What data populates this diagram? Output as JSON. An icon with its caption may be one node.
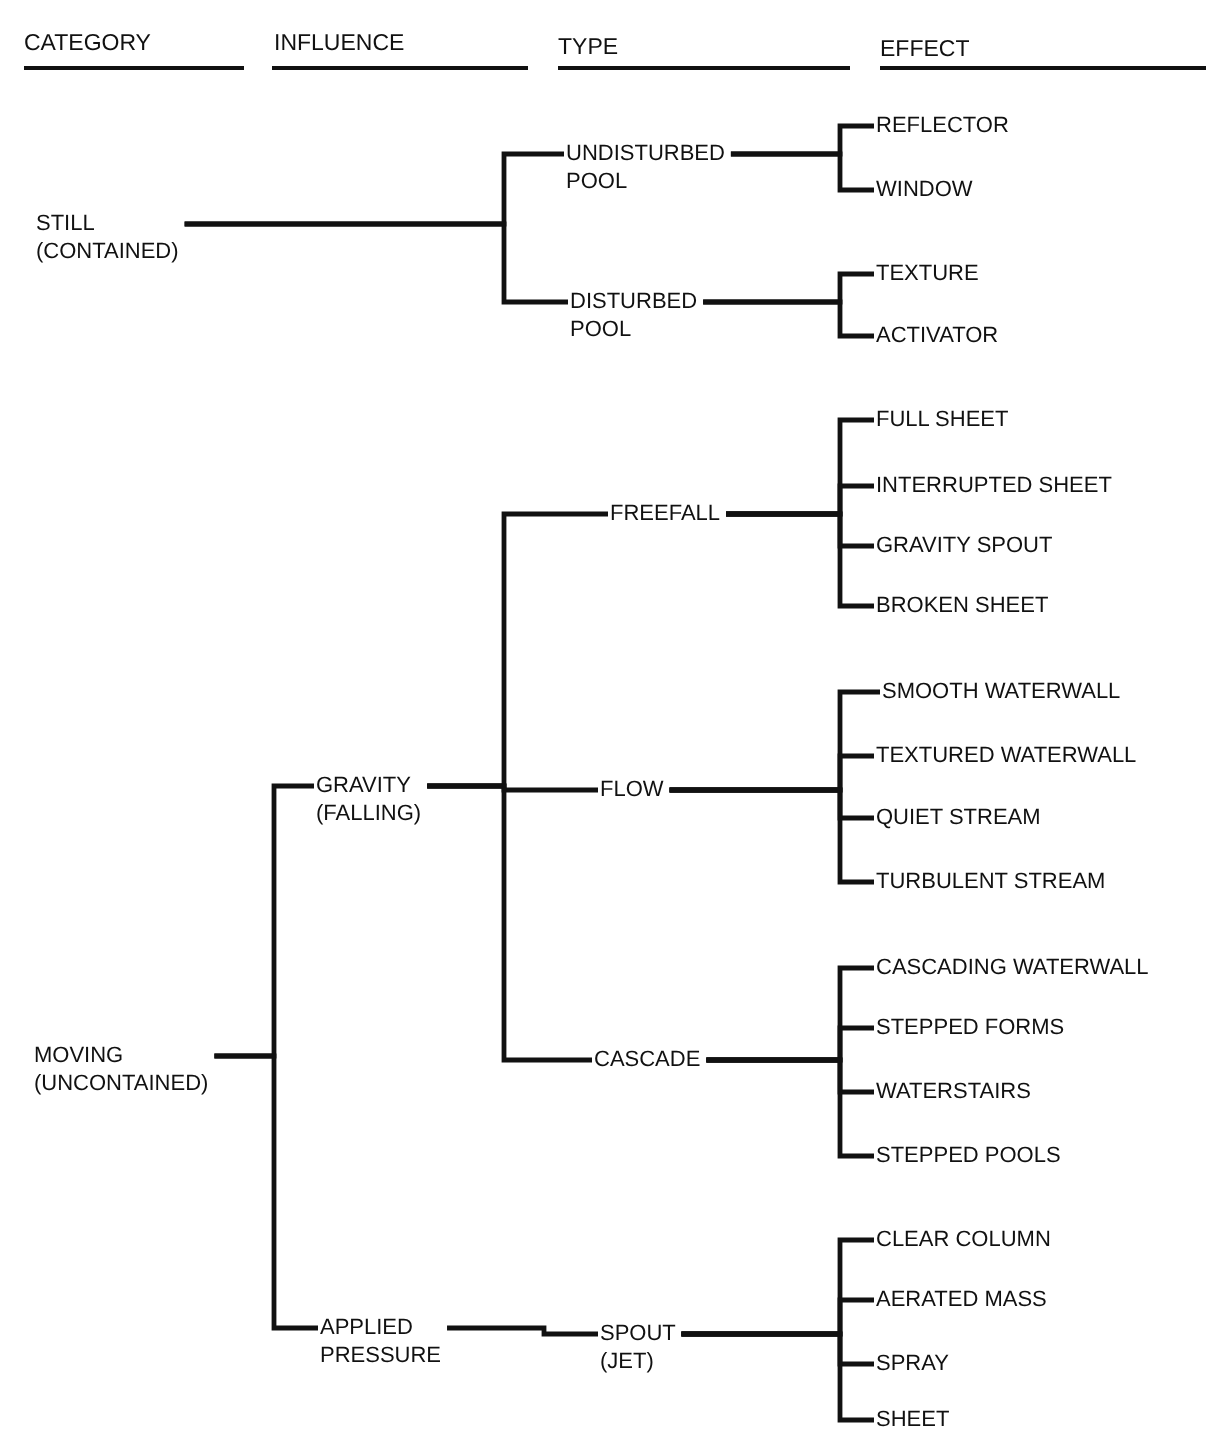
{
  "diagram": {
    "nodes": [
      {
        "text": [
          "STILL (CONTAINED)"
        ]
      },
      {
        "text": [
          "UNDISTURBED POOL"
        ]
      },
      {
        "text": [
          "REFLECTOR"
        ]
      },
      {
        "text": [
          "WINDOW"
        ]
      },
      {
        "text": [
          "DISTURBED POOL"
        ]
      },
      {
        "text": [
          "TEXTURE"
        ]
      },
      {
        "text": [
          "ACTIVATOR"
        ]
      },
      {
        "text": [
          "MOVING (UNCONTAINED)"
        ]
      },
      {
        "text": [
          "GRAVITY (FALLING)"
        ]
      },
      {
        "text": [
          "FREEFALL"
        ]
      },
      {
        "text": [
          "FULL SHEET"
        ]
      },
      {
        "text": [
          "INTERRUPTED SHEET"
        ]
      },
      {
        "text": [
          "GRAVITY SPOUT"
        ]
      },
      {
        "text": [
          "BROKEN SHEET"
        ]
      },
      {
        "text": [
          "FLOW"
        ]
      },
      {
        "text": [
          "SMOOTH WATERWALL"
        ]
      },
      {
        "text": [
          "TEXTURED WATERWALL"
        ]
      },
      {
        "text": [
          "QUIET STREAM"
        ]
      },
      {
        "text": [
          "TURBULENT STREAM"
        ]
      },
      {
        "text": [
          "CASCADE"
        ]
      },
      {
        "text": [
          "CASCADING WATERWALL"
        ]
      },
      {
        "text": [
          "STEPPED FORMS"
        ]
      },
      {
        "text": [
          "WATERSTAIRS"
        ]
      },
      {
        "text": [
          "STEPPED POOLS"
        ]
      },
      {
        "text": [
          "APPLIED PRESSURE"
        ]
      },
      {
        "text": [
          "SPOUT (JET)"
        ]
      },
      {
        "text": [
          "CLEAR COLUMN"
        ]
      },
      {
        "text": [
          "AERATED MASS"
        ]
      },
      {
        "text": [
          "SPRAY"
        ]
      },
      {
        "text": [
          "SHEET"
        ]
      }
    ],
    "edges": [
      {
        "from": 0,
        "to": 1,
        "arrow": "none"
      },
      {
        "from": 0,
        "to": 4,
        "arrow": "none"
      },
      {
        "from": 1,
        "to": 2,
        "arrow": "none"
      },
      {
        "from": 1,
        "to": 3,
        "arrow": "none"
      },
      {
        "from": 4,
        "to": 5,
        "arrow": "none"
      },
      {
        "from": 4,
        "to": 6,
        "arrow": "none"
      },
      {
        "from": 7,
        "to": 8,
        "arrow": "none"
      },
      {
        "from": 7,
        "to": 24,
        "arrow": "none"
      },
      {
        "from": 8,
        "to": 9,
        "arrow": "none"
      },
      {
        "from": 8,
        "to": 14,
        "arrow": "none"
      },
      {
        "from": 8,
        "to": 19,
        "arrow": "none"
      },
      {
        "from": 9,
        "to": 10,
        "arrow": "none"
      },
      {
        "from": 9,
        "to": 11,
        "arrow": "none"
      },
      {
        "from": 9,
        "to": 12,
        "arrow": "none"
      },
      {
        "from": 9,
        "to": 13,
        "arrow": "none"
      },
      {
        "from": 14,
        "to": 15,
        "arrow": "none"
      },
      {
        "from": 14,
        "to": 16,
        "arrow": "none"
      },
      {
        "from": 14,
        "to": 17,
        "arrow": "none"
      },
      {
        "from": 14,
        "to": 18,
        "arrow": "none"
      },
      {
        "from": 19,
        "to": 20,
        "arrow": "none"
      },
      {
        "from": 19,
        "to": 21,
        "arrow": "none"
      },
      {
        "from": 19,
        "to": 22,
        "arrow": "none"
      },
      {
        "from": 19,
        "to": 23,
        "arrow": "none"
      },
      {
        "from": 24,
        "to": 25,
        "arrow": "none"
      },
      {
        "from": 25,
        "to": 26,
        "arrow": "none"
      },
      {
        "from": 25,
        "to": 27,
        "arrow": "none"
      },
      {
        "from": 25,
        "to": 28,
        "arrow": "none"
      },
      {
        "from": 25,
        "to": 29,
        "arrow": "none"
      }
    ],
    "labels": [
      "CATEGORY",
      "INFLUENCE",
      "TYPE",
      "EFFECT"
    ]
  }
}
